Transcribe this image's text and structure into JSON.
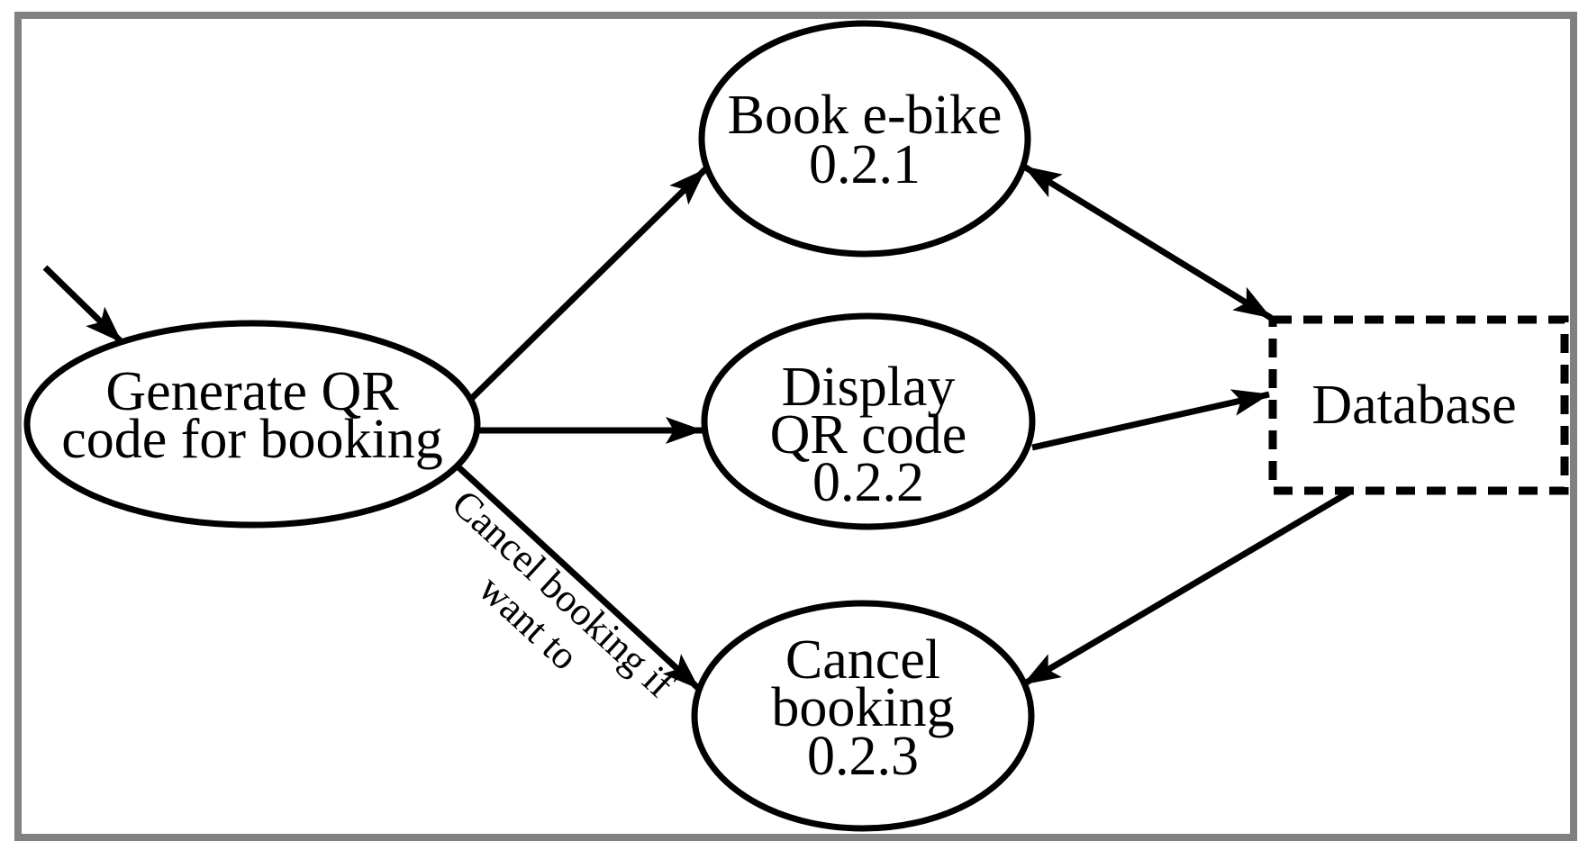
{
  "diagram": {
    "type": "data_flow_diagram",
    "background": "#ffffff",
    "frame_color": "#808080",
    "line_color": "#000000",
    "text_color": "#000000",
    "nodes": {
      "generate_qr": {
        "shape": "ellipse",
        "line1": "Generate QR",
        "line2": "code for booking"
      },
      "book_ebike": {
        "shape": "ellipse",
        "line1": "Book e-bike",
        "line2": "0.2.1"
      },
      "display_qr": {
        "shape": "ellipse",
        "line1": "Display",
        "line2": "QR code",
        "line3": "0.2.2"
      },
      "cancel_booking": {
        "shape": "ellipse",
        "line1": "Cancel",
        "line2": "booking",
        "line3": "0.2.3"
      },
      "database": {
        "shape": "dashed_rectangle",
        "label": "Database"
      }
    },
    "edge_label": {
      "line1": "Cancel booking if",
      "line2": "want to"
    },
    "edges": [
      {
        "from": "start",
        "to": "generate_qr",
        "arrows": "end"
      },
      {
        "from": "generate_qr",
        "to": "book_ebike",
        "arrows": "end"
      },
      {
        "from": "generate_qr",
        "to": "display_qr",
        "arrows": "end"
      },
      {
        "from": "generate_qr",
        "to": "cancel_booking",
        "arrows": "end",
        "label": "Cancel booking if want to"
      },
      {
        "from": "book_ebike",
        "to": "database",
        "arrows": "both"
      },
      {
        "from": "display_qr",
        "to": "database",
        "arrows": "end"
      },
      {
        "from": "database",
        "to": "cancel_booking",
        "arrows": "end"
      }
    ]
  }
}
